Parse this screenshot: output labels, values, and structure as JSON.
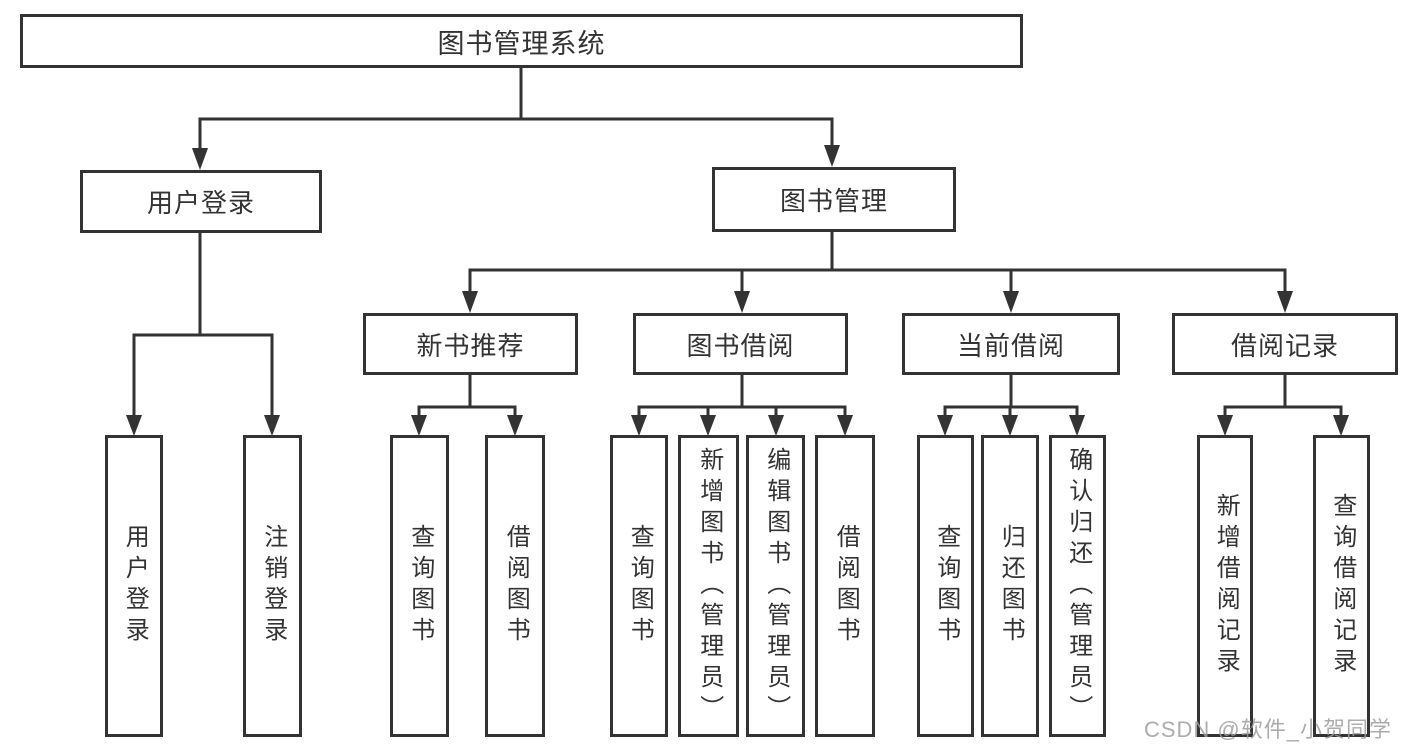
{
  "diagram": {
    "title": "图书管理系统",
    "branches": [
      {
        "label": "用户登录",
        "children": [
          "用户登录",
          "注销登录"
        ]
      },
      {
        "label": "图书管理",
        "modules": [
          {
            "label": "新书推荐",
            "children": [
              "查询图书",
              "借阅图书"
            ]
          },
          {
            "label": "图书借阅",
            "children": [
              "查询图书",
              "新增图书（管理员）",
              "编辑图书（管理员）",
              "借阅图书"
            ]
          },
          {
            "label": "当前借阅",
            "children": [
              "查询图书",
              "归还图书",
              "确认归还（管理员）"
            ]
          },
          {
            "label": "借阅记录",
            "children": [
              "新增借阅记录",
              "查询借阅记录"
            ]
          }
        ]
      }
    ]
  },
  "watermark": {
    "text": "CSDN @软件_小贺同学"
  },
  "colors": {
    "line": "#333333",
    "text": "#333333",
    "watermark": "#9e9e9e",
    "background": "#ffffff"
  }
}
